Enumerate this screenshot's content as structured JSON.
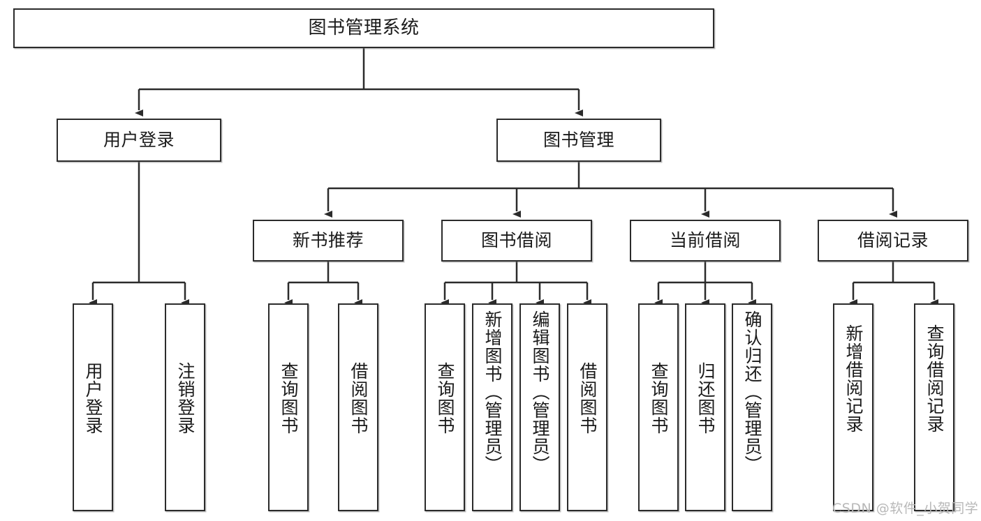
{
  "diagram": {
    "type": "tree-hierarchy-diagram",
    "title": "图书管理系统",
    "colors": {
      "stroke": "#2b2b2b",
      "fill": "#ffffff",
      "text": "#1a1a1a",
      "watermark": "#b8b8b8"
    },
    "levels": {
      "root": {
        "label": "图书管理系统"
      },
      "level2": [
        {
          "id": "user-login",
          "label": "用户登录"
        },
        {
          "id": "book-management",
          "label": "图书管理"
        }
      ],
      "level3": [
        {
          "id": "new-book-recommend",
          "label": "新书推荐"
        },
        {
          "id": "book-borrow",
          "label": "图书借阅"
        },
        {
          "id": "current-borrow",
          "label": "当前借阅"
        },
        {
          "id": "borrow-record",
          "label": "借阅记录"
        }
      ],
      "leaves": {
        "user_login": [
          {
            "id": "leaf-user-login",
            "label": "用户登录"
          },
          {
            "id": "leaf-logout-login",
            "label": "注销登录"
          }
        ],
        "new_book_recommend": [
          {
            "id": "leaf-query-book-1",
            "label": "查询图书"
          },
          {
            "id": "leaf-borrow-book-1",
            "label": "借阅图书"
          }
        ],
        "book_borrow": [
          {
            "id": "leaf-query-book-2",
            "label": "查询图书"
          },
          {
            "id": "leaf-add-book",
            "label": "新增图书（管理员）"
          },
          {
            "id": "leaf-edit-book",
            "label": "编辑图书（管理员）"
          },
          {
            "id": "leaf-borrow-book-2",
            "label": "借阅图书"
          }
        ],
        "current_borrow": [
          {
            "id": "leaf-query-book-3",
            "label": "查询图书"
          },
          {
            "id": "leaf-return-book",
            "label": "归还图书"
          },
          {
            "id": "leaf-confirm-return",
            "label": "确认归还（管理员）"
          }
        ],
        "borrow_record": [
          {
            "id": "leaf-add-borrow-record",
            "label": "新增借阅记录"
          },
          {
            "id": "leaf-query-borrow-record",
            "label": "查询借阅记录"
          }
        ]
      }
    },
    "watermark": "CSDN @软件_小贺同学"
  }
}
